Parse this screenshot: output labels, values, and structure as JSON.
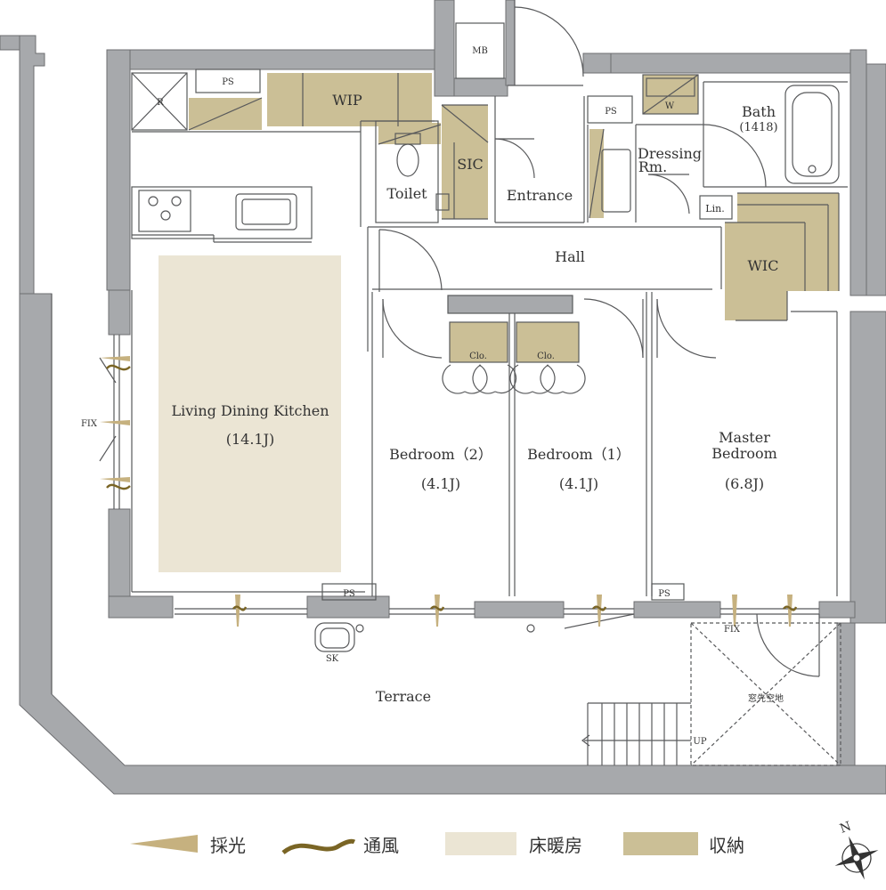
{
  "colors": {
    "wall": "#a7a9ac",
    "wall_line": "#6d6e71",
    "line": "#58595b",
    "storage": "#cbbf96",
    "floor_heating": "#ebe5d4",
    "lighting": "#c6b17f",
    "ventilation": "#7a6525"
  },
  "rooms": {
    "wip": "WIP",
    "sic": "SIC",
    "wic": "WIC",
    "toilet": "Toilet",
    "entrance": "Entrance",
    "hall": "Hall",
    "bath": "Bath",
    "bath_size": "(1418)",
    "dressing_1": "Dressing",
    "dressing_2": "Rm.",
    "lin": "Lin.",
    "ldk": "Living Dining Kitchen",
    "ldk_size": "(14.1J)",
    "bedroom2": "Bedroom（2）",
    "bedroom2_size": "(4.1J)",
    "bedroom1": "Bedroom（1）",
    "bedroom1_size": "(4.1J)",
    "master_1": "Master",
    "master_2": "Bedroom",
    "master_size": "(6.8J)",
    "terrace": "Terrace"
  },
  "fixtures": {
    "mb": "MB",
    "ps_top": "PS",
    "ps_mid": "PS",
    "ps_bottom1": "PS",
    "ps_bottom2": "PS",
    "r": "R",
    "w": "W",
    "clo1": "Clo.",
    "clo2": "Clo.",
    "sk": "SK",
    "fix_left": "FIX",
    "fix_bottom": "FIX",
    "up": "UP",
    "window_space": "窓先空地"
  },
  "legend": {
    "lighting": "採光",
    "ventilation": "通風",
    "floor_heating": "床暖房",
    "storage": "収納"
  },
  "compass": {
    "north": "N"
  }
}
